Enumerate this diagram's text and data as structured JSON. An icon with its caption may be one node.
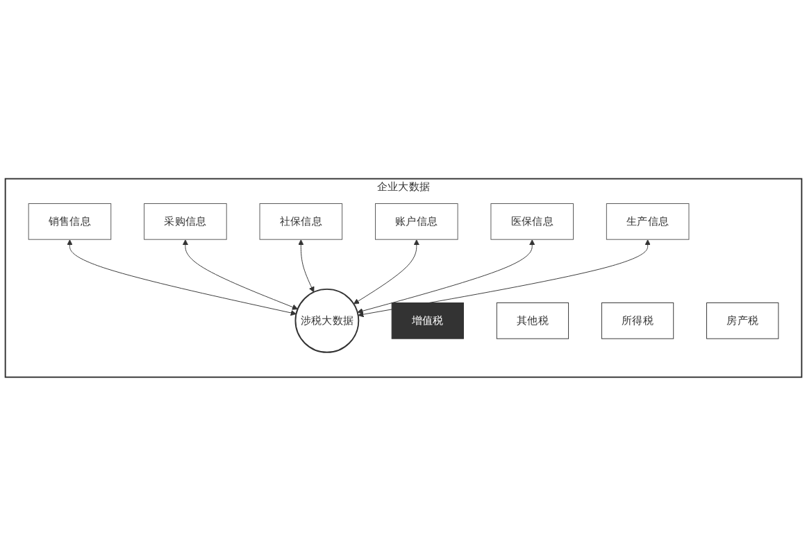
{
  "diagram": {
    "nodes": [
      {
        "text": [
          "企业大数据"
        ]
      },
      {
        "text": [
          "销售信息"
        ],
        "in": 0
      },
      {
        "text": [
          "采购信息"
        ],
        "in": 0
      },
      {
        "text": [
          "增值税"
        ],
        "in": 0
      },
      {
        "text": [
          "其他税"
        ],
        "in": 0
      },
      {
        "text": [
          "所得税"
        ],
        "in": 0
      },
      {
        "text": [
          "涉税大数据"
        ],
        "in": 0
      },
      {
        "text": [
          "社保信息"
        ],
        "in": 0
      },
      {
        "text": [
          "账户信息"
        ],
        "in": 0
      },
      {
        "text": [
          "房产税"
        ],
        "in": 0
      },
      {
        "text": [
          "医保信息"
        ],
        "in": 0
      },
      {
        "text": [
          "生产信息"
        ],
        "in": 0
      }
    ],
    "edges": [
      {
        "from": 1,
        "to": 6,
        "arrow": "both"
      },
      {
        "from": 2,
        "to": 6,
        "arrow": "both"
      },
      {
        "from": 7,
        "to": 6,
        "arrow": "both"
      },
      {
        "from": 8,
        "to": 6,
        "arrow": "both"
      },
      {
        "from": 10,
        "to": 6,
        "arrow": "both"
      },
      {
        "from": 11,
        "to": 6,
        "arrow": "both"
      }
    ]
  }
}
